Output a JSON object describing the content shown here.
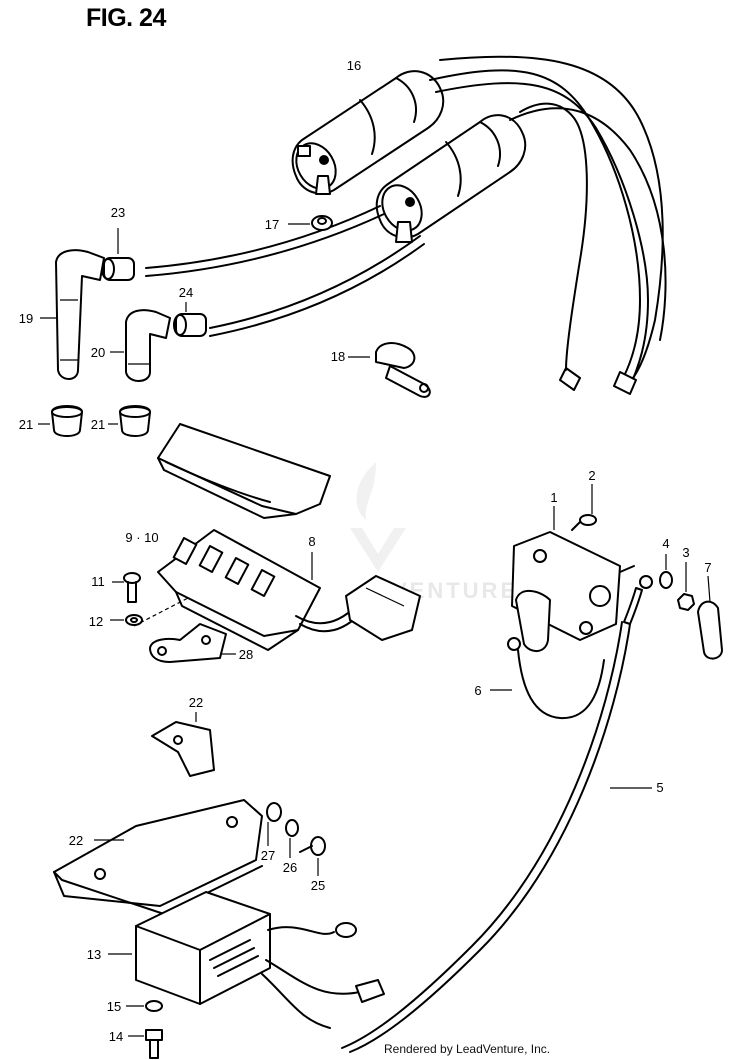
{
  "figure": {
    "title": "FIG. 24"
  },
  "credit": "Rendered by LeadVenture, Inc.",
  "watermark": {
    "text": "VENTURE"
  },
  "callouts": [
    {
      "id": "c1",
      "label": "1"
    },
    {
      "id": "c2",
      "label": "2"
    },
    {
      "id": "c3",
      "label": "3"
    },
    {
      "id": "c4",
      "label": "4"
    },
    {
      "id": "c5",
      "label": "5"
    },
    {
      "id": "c6",
      "label": "6"
    },
    {
      "id": "c7",
      "label": "7"
    },
    {
      "id": "c8",
      "label": "8"
    },
    {
      "id": "c910",
      "label": "9 · 10"
    },
    {
      "id": "c11",
      "label": "11"
    },
    {
      "id": "c12",
      "label": "12"
    },
    {
      "id": "c13",
      "label": "13"
    },
    {
      "id": "c14",
      "label": "14"
    },
    {
      "id": "c15",
      "label": "15"
    },
    {
      "id": "c16",
      "label": "16"
    },
    {
      "id": "c17",
      "label": "17"
    },
    {
      "id": "c18",
      "label": "18"
    },
    {
      "id": "c19",
      "label": "19"
    },
    {
      "id": "c20",
      "label": "20"
    },
    {
      "id": "c21a",
      "label": "21"
    },
    {
      "id": "c21b",
      "label": "21"
    },
    {
      "id": "c22a",
      "label": "22"
    },
    {
      "id": "c22b",
      "label": "22"
    },
    {
      "id": "c23",
      "label": "23"
    },
    {
      "id": "c24",
      "label": "24"
    },
    {
      "id": "c25",
      "label": "25"
    },
    {
      "id": "c26",
      "label": "26"
    },
    {
      "id": "c27",
      "label": "27"
    },
    {
      "id": "c28",
      "label": "28"
    }
  ]
}
